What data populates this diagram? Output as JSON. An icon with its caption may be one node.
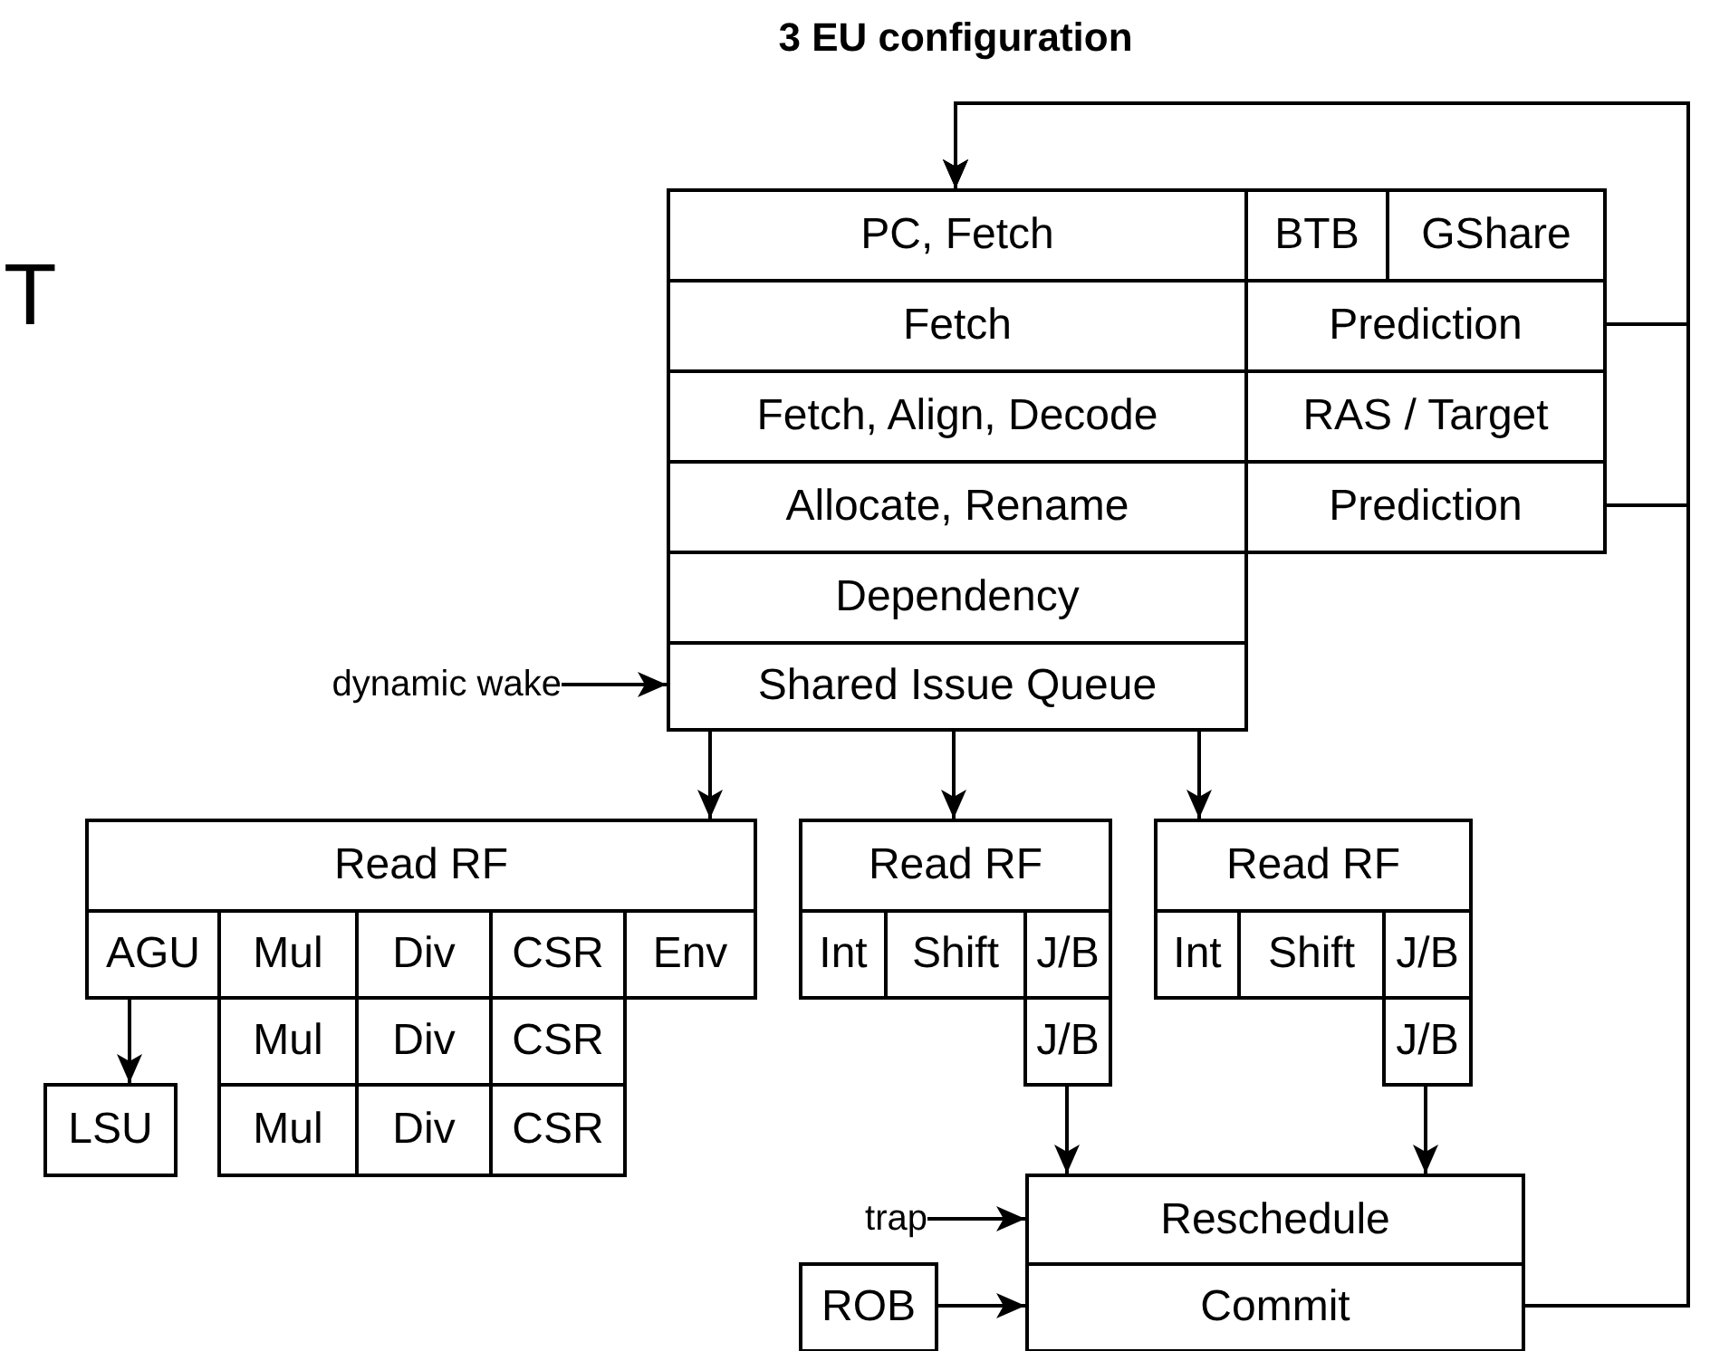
{
  "diagram": {
    "title": "3 EU configuration",
    "nodes": [
      {
        "text": [
          "PC, Fetch"
        ]
      },
      {
        "text": [
          "BTB"
        ]
      },
      {
        "text": [
          "GShare"
        ]
      },
      {
        "text": [
          "Fetch"
        ]
      },
      {
        "text": [
          "Prediction"
        ]
      },
      {
        "text": [
          "Fetch, Align, Decode"
        ]
      },
      {
        "text": [
          "RAS / Target"
        ]
      },
      {
        "text": [
          "Allocate, Rename"
        ]
      },
      {
        "text": [
          "Prediction"
        ]
      },
      {
        "text": [
          "Dependency"
        ]
      },
      {
        "text": [
          "dynamic wake"
        ]
      },
      {
        "text": [
          "Shared Issue Queue"
        ]
      },
      {
        "text": [
          "Read RF"
        ]
      },
      {
        "text": [
          "Read RF"
        ]
      },
      {
        "text": [
          "Read RF"
        ]
      },
      {
        "text": [
          "AGU"
        ]
      },
      {
        "text": [
          "Mul"
        ]
      },
      {
        "text": [
          "Div"
        ]
      },
      {
        "text": [
          "CSR"
        ]
      },
      {
        "text": [
          "Env"
        ]
      },
      {
        "text": [
          "Int"
        ]
      },
      {
        "text": [
          "Shift"
        ]
      },
      {
        "text": [
          "J/B"
        ]
      },
      {
        "text": [
          "Int"
        ]
      },
      {
        "text": [
          "Shift"
        ]
      },
      {
        "text": [
          "J/B"
        ]
      },
      {
        "text": [
          "Mul"
        ]
      },
      {
        "text": [
          "Div"
        ]
      },
      {
        "text": [
          "CSR"
        ]
      },
      {
        "text": [
          "J/B"
        ]
      },
      {
        "text": [
          "J/B"
        ]
      },
      {
        "text": [
          "LSU"
        ]
      },
      {
        "text": [
          "Mul"
        ]
      },
      {
        "text": [
          "Div"
        ]
      },
      {
        "text": [
          "CSR"
        ]
      },
      {
        "text": [
          "trap"
        ]
      },
      {
        "text": [
          "Reschedule"
        ]
      },
      {
        "text": [
          "ROB"
        ]
      },
      {
        "text": [
          "Commit"
        ]
      }
    ],
    "edges": [
      {
        "from": 4,
        "to": 0,
        "arrow": "to"
      },
      {
        "from": 8,
        "to": 0,
        "arrow": "to"
      },
      {
        "from": 38,
        "to": 0,
        "arrow": "to"
      },
      {
        "from": 10,
        "to": 11,
        "arrow": "to"
      },
      {
        "from": 11,
        "to": 12,
        "arrow": "to"
      },
      {
        "from": 11,
        "to": 13,
        "arrow": "to"
      },
      {
        "from": 11,
        "to": 14,
        "arrow": "to"
      },
      {
        "from": 15,
        "to": 31,
        "arrow": "to"
      },
      {
        "from": 29,
        "to": 36,
        "arrow": "to"
      },
      {
        "from": 30,
        "to": 36,
        "arrow": "to"
      },
      {
        "from": 35,
        "to": 36,
        "arrow": "to"
      },
      {
        "from": 37,
        "to": 38,
        "arrow": "to"
      }
    ],
    "labels": [
      "T"
    ]
  }
}
